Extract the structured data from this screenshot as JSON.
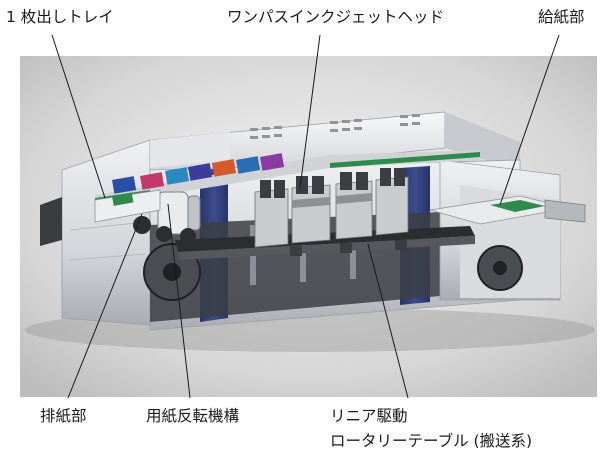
{
  "labels": {
    "top_left": "1 枚出しトレイ",
    "top_middle": "ワンパスインクジェットヘッド",
    "top_right": "給紙部",
    "bottom_1": "排紙部",
    "bottom_2": "用紙反転機構",
    "bottom_3_line1": "リニア駆動",
    "bottom_3_line2": "ロータリーテーブル (搬送系)"
  },
  "colors": {
    "background_gradient_light": "#f2f2f2",
    "background_gradient_dark": "#c9c9c9",
    "machine_body": "#d8dbde",
    "accent_blue": "#2f3d78",
    "leader_line": "#1a1a1a"
  }
}
